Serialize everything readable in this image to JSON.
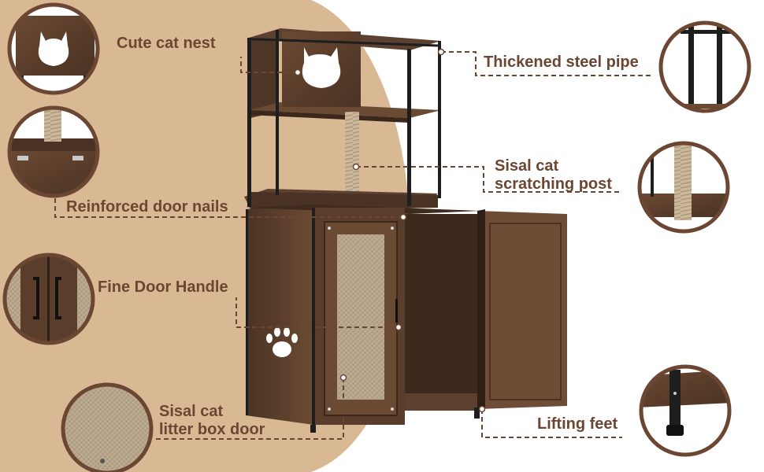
{
  "colors": {
    "background_left": "#d9b894",
    "background_right": "#ffffff",
    "wood_dark": "#4a3324",
    "wood_mid": "#6b4a33",
    "wood_light": "#8a6446",
    "steel": "#1e1e1e",
    "sisal": "#b7a68c",
    "callout_ring": "#6b4632",
    "label_text": "#6b4632",
    "leader_line": "#6b4632"
  },
  "features": {
    "cat_nest": "Cute cat nest",
    "steel_pipe": "Thickened steel pipe",
    "scratching_post_line1": "Sisal cat",
    "scratching_post_line2": "scratching post",
    "door_nails": "Reinforced door nails",
    "door_handle": "Fine Door Handle",
    "litter_door_line1": "Sisal cat",
    "litter_door_line2": "litter box door",
    "lifting_feet": "Lifting feet"
  },
  "icons": {
    "nest_opening": "cat-head-icon",
    "side_cutout": "paw-print-icon"
  }
}
